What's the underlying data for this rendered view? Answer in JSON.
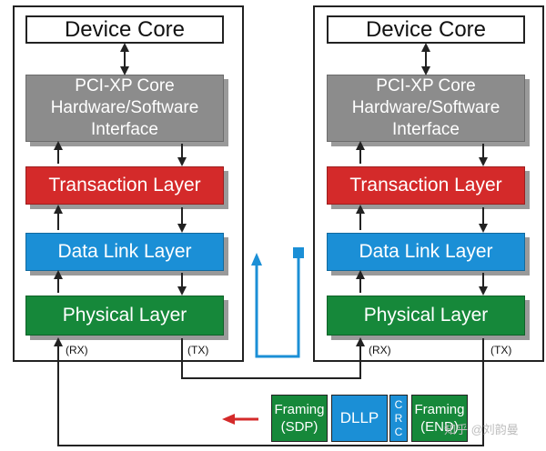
{
  "left_stack": {
    "device_core": "Device Core",
    "pci_core": [
      "PCI-XP Core",
      "Hardware/Software",
      "Interface"
    ],
    "transaction": "Transaction Layer",
    "data_link": "Data Link Layer",
    "physical": "Physical Layer",
    "rx": "(RX)",
    "tx": "(TX)"
  },
  "right_stack": {
    "device_core": "Device Core",
    "pci_core": [
      "PCI-XP Core",
      "Hardware/Software",
      "Interface"
    ],
    "transaction": "Transaction Layer",
    "data_link": "Data Link Layer",
    "physical": "Physical Layer",
    "rx": "(RX)",
    "tx": "(TX)"
  },
  "packet": {
    "framing_start": [
      "Framing",
      "(SDP)"
    ],
    "dllp": "DLLP",
    "crc": [
      "C",
      "R",
      "C"
    ],
    "framing_end": [
      "Framing",
      "(END)"
    ]
  },
  "watermark": "知乎 @刘韵曼",
  "colors": {
    "transaction": "#d42a2a",
    "data_link": "#1b8fd6",
    "physical": "#16883a",
    "pci_core": "#8c8c8c",
    "dllp_path": "#1b8fd6",
    "direction_arrow": "#d42a2a"
  }
}
